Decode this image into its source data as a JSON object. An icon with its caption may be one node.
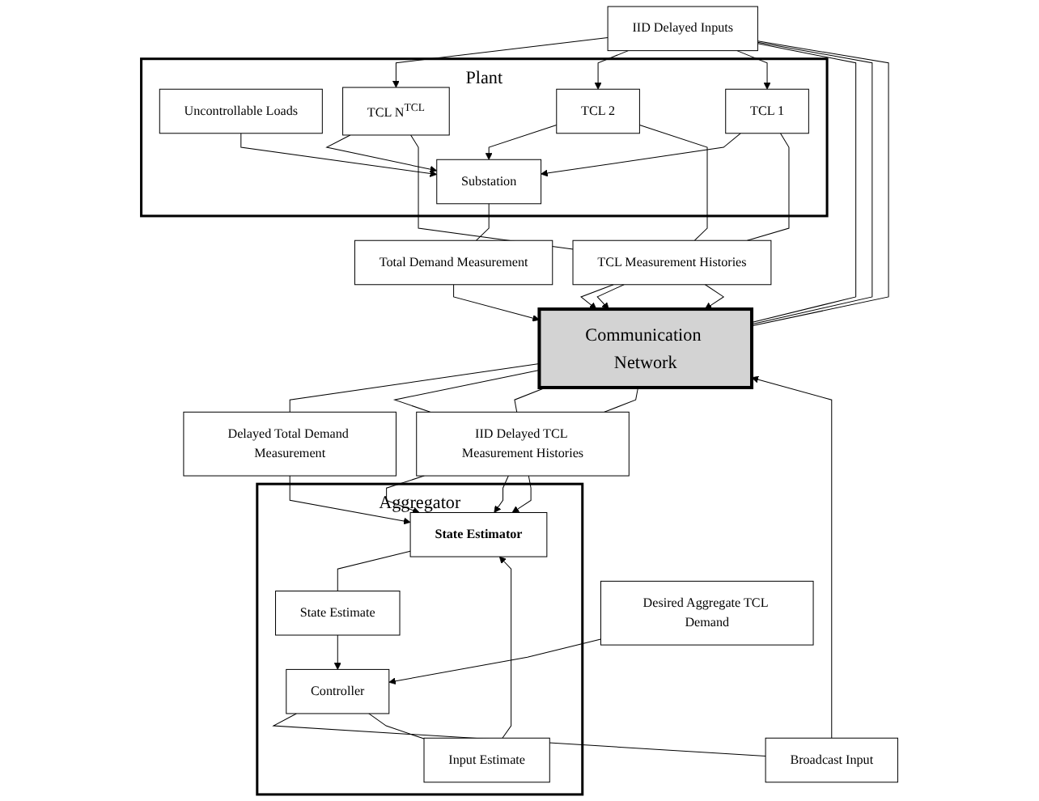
{
  "diagram": {
    "nodes": [
      {
        "text": [
          "Plant"
        ]
      },
      {
        "text": [
          "Uncontrollable Loads"
        ],
        "in": 0
      },
      {
        "text": [
          "Substation"
        ],
        "in": 0
      },
      {
        "text": [
          "TCL N$^{TCL}$"
        ],
        "in": 0
      },
      {
        "text": [
          "TCL 2"
        ],
        "in": 0
      },
      {
        "text": [
          "TCL 1"
        ],
        "in": 0
      },
      {
        "text": [
          "Total Demand Measurement"
        ]
      },
      {
        "text": [
          "TCL Measurement Histories"
        ]
      },
      {
        "text": [
          "IID Delayed Inputs"
        ]
      },
      {
        "text": [
          "Communication Network"
        ]
      },
      {
        "text": [
          "Delayed Total Demand Measurement"
        ]
      },
      {
        "text": [
          "IID Delayed TCL Measurement Histories"
        ]
      },
      {
        "text": [
          "Broadcast Input"
        ]
      },
      {
        "text": [
          "Aggregator"
        ]
      },
      {
        "text": [
          "State Estimator"
        ],
        "in": 13
      },
      {
        "text": [
          "State Estimate"
        ],
        "in": 13
      },
      {
        "text": [
          "Controller"
        ],
        "in": 13
      },
      {
        "text": [
          "Input Estimate"
        ],
        "in": 13
      },
      {
        "text": [
          "Desired Aggregate TCL Demand"
        ]
      }
    ],
    "edges": [
      {
        "from": 1,
        "to": 2,
        "arrow": "to"
      },
      {
        "from": 3,
        "to": 2,
        "arrow": "to"
      },
      {
        "from": 4,
        "to": 2,
        "arrow": "to"
      },
      {
        "from": 5,
        "to": 2,
        "arrow": "to"
      },
      {
        "from": 8,
        "to": 3,
        "arrow": "to"
      },
      {
        "from": 8,
        "to": 4,
        "arrow": "to"
      },
      {
        "from": 8,
        "to": 5,
        "arrow": "to"
      },
      {
        "from": 2,
        "to": 6,
        "arrow": "none"
      },
      {
        "from": 5,
        "to": 7,
        "arrow": "none"
      },
      {
        "from": 4,
        "to": 7,
        "arrow": "none"
      },
      {
        "from": 3,
        "to": 7,
        "arrow": "none"
      },
      {
        "from": 6,
        "to": 9,
        "arrow": "to"
      },
      {
        "from": 7,
        "to": 9,
        "arrow": "to"
      },
      {
        "from": 7,
        "to": 9,
        "arrow": "to"
      },
      {
        "from": 7,
        "to": 9,
        "arrow": "to"
      },
      {
        "from": 9,
        "to": 8,
        "arrow": "none"
      },
      {
        "from": 9,
        "to": 8,
        "arrow": "none"
      },
      {
        "from": 9,
        "to": 8,
        "arrow": "none"
      },
      {
        "from": 9,
        "to": 10,
        "arrow": "none"
      },
      {
        "from": 9,
        "to": 11,
        "arrow": "none"
      },
      {
        "from": 9,
        "to": 11,
        "arrow": "none"
      },
      {
        "from": 9,
        "to": 11,
        "arrow": "none"
      },
      {
        "from": 12,
        "to": 9,
        "arrow": "to"
      },
      {
        "from": 10,
        "to": 14,
        "arrow": "to"
      },
      {
        "from": 11,
        "to": 14,
        "arrow": "to"
      },
      {
        "from": 11,
        "to": 14,
        "arrow": "to"
      },
      {
        "from": 11,
        "to": 14,
        "arrow": "to"
      },
      {
        "from": 16,
        "to": 12,
        "arrow": "none"
      },
      {
        "from": 14,
        "to": 15,
        "arrow": "none"
      },
      {
        "from": 15,
        "to": 16,
        "arrow": "to"
      },
      {
        "from": 16,
        "to": 17,
        "arrow": "none"
      },
      {
        "from": 17,
        "to": 14,
        "arrow": "to"
      },
      {
        "from": 18,
        "to": 16,
        "arrow": "to"
      }
    ]
  }
}
